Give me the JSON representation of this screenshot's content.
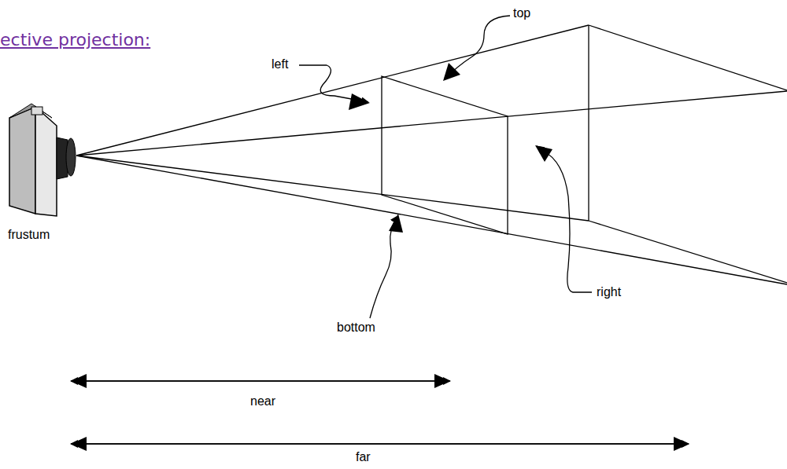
{
  "diagram": {
    "title": "ective projection:",
    "labels": [
      "left",
      "top",
      "frustum",
      "right",
      "bottom",
      "near",
      "far"
    ]
  }
}
